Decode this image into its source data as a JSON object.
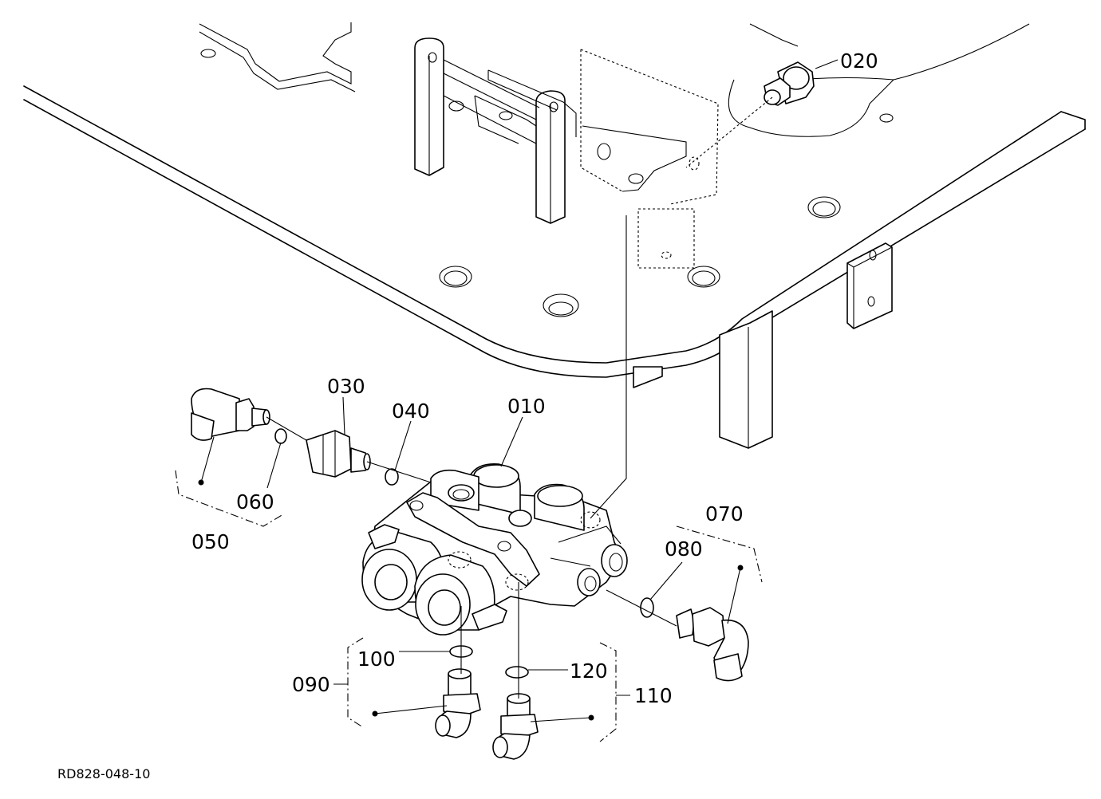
{
  "diagram": {
    "drawing_code": "RD828-048-10",
    "callouts": {
      "p010": "010",
      "p020": "020",
      "p030": "030",
      "p040": "040",
      "p050": "050",
      "p060": "060",
      "p070": "070",
      "p080": "080",
      "p090": "090",
      "p100": "100",
      "p110": "110",
      "p120": "120"
    }
  }
}
